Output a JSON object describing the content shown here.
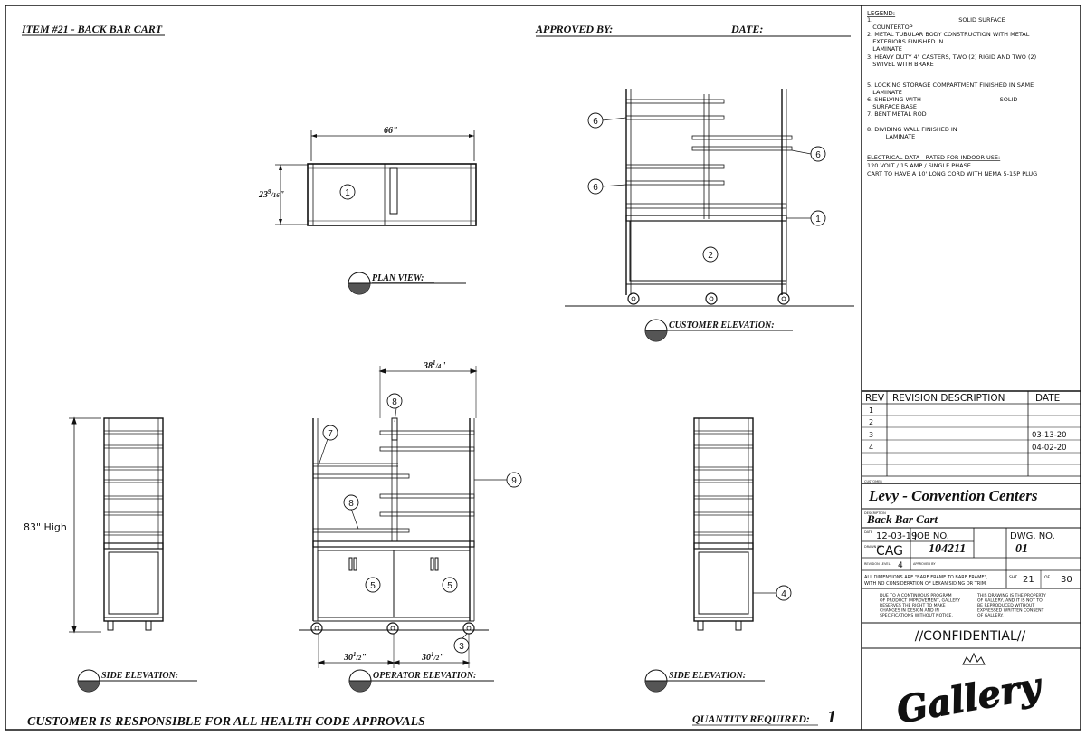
{
  "header": {
    "item": "ITEM #21 - BACK BAR CART",
    "approved": "APPROVED BY:",
    "date": "DATE:"
  },
  "footer": {
    "health": "CUSTOMER IS RESPONSIBLE FOR ALL HEALTH CODE APPROVALS",
    "qty_label": "QUANTITY REQUIRED:",
    "qty_value": "1"
  },
  "views": {
    "plan": "PLAN VIEW:",
    "customer": "CUSTOMER ELEVATION:",
    "side": "SIDE ELEVATION:",
    "operator": "OPERATOR ELEVATION:"
  },
  "dims": {
    "plan_width": "66\"",
    "plan_depth_whole": "23",
    "plan_depth_num": "9",
    "plan_depth_den": "16",
    "plan_depth_unit": "\"",
    "op_top_whole": "38",
    "op_top_num": "1",
    "op_top_den": "4",
    "op_top_unit": "\"",
    "op_left_whole": "30",
    "op_left_num": "1",
    "op_left_den": "2",
    "op_left_unit": "\"",
    "op_right_whole": "30",
    "op_right_num": "1",
    "op_right_den": "2",
    "op_right_unit": "\"",
    "height": "83\" High"
  },
  "callouts": {
    "c1": "1",
    "c2": "2",
    "c3": "3",
    "c4": "4",
    "c5": "5",
    "c6": "6",
    "c7": "7",
    "c8": "8",
    "c9": "9"
  },
  "legend": {
    "title": "LEGEND:",
    "lines": [
      "1.                                              SOLID SURFACE",
      "   COUNTERTOP",
      "2. METAL TUBULAR BODY CONSTRUCTION WITH METAL",
      "   EXTERIORS FINISHED IN",
      "   LAMINATE",
      "3. HEAVY DUTY 4\" CASTERS, TWO (2) RIGID AND TWO (2)",
      "   SWIVEL WITH BRAKE",
      "",
      "5. LOCKING STORAGE COMPARTMENT FINISHED IN SAME",
      "   LAMINATE",
      "6. SHELVING WITH                                          SOLID",
      "   SURFACE BASE",
      "7. BENT METAL ROD",
      "",
      "8. DIVIDING WALL FINISHED IN",
      "          LAMINATE"
    ],
    "elec_title": "ELECTRICAL DATA - RATED FOR INDOOR USE:",
    "elec_lines": [
      "120 VOLT / 15 AMP / SINGLE PHASE",
      "CART TO HAVE A 10' LONG CORD WITH NEMA 5-15P PLUG"
    ]
  },
  "revisions": {
    "headers": [
      "REV",
      "REVISION DESCRIPTION",
      "DATE"
    ],
    "rows": [
      {
        "rev": "1",
        "desc": "",
        "date": ""
      },
      {
        "rev": "2",
        "desc": "",
        "date": ""
      },
      {
        "rev": "3",
        "desc": "",
        "date": "03-13-20"
      },
      {
        "rev": "4",
        "desc": "",
        "date": "04-02-20"
      }
    ]
  },
  "titleblock": {
    "customer_label": "CUSTOMER",
    "customer": "Levy - Convention Centers",
    "desc_label": "DESCRIPTION",
    "desc": "Back Bar Cart",
    "date_label": "DATE",
    "date": "12-03-19",
    "job_label": "JOB NO.",
    "job": "104211",
    "dwg_label": "DWG. NO.",
    "dwg": "01",
    "drawn_label": "DRAWN BY",
    "drawn": "CAG",
    "rev_label": "REVISION LEVEL",
    "rev_level": "4",
    "approved_label": "APPROVED BY",
    "dims_note_1": "ALL DIMENSIONS ARE \"BARE FRAME TO BARE FRAME\",",
    "dims_note_2": "WITH NO CONSIDERATION OF LEXAN SIDING OR TRIM.",
    "sht_label": "SHT.",
    "sht": "21",
    "of_label": "OF",
    "of": "30",
    "note_left": [
      "DUE TO A CONTINUOUS PROGRAM",
      "OF PRODUCT IMPROVEMENT, GALLERY",
      "RESERVES THE RIGHT TO MAKE",
      "CHANGES IN DESIGN AND IN",
      "SPECIFICATIONS WITHOUT NOTICE."
    ],
    "note_right": [
      "THIS DRAWING IS THE PROPERTY",
      "OF GALLERY, AND IT IS NOT TO",
      "BE REPRODUCED WITHOUT",
      "EXPRESSED WRITTEN CONSENT",
      "OF GALLERY."
    ],
    "confidential": "//CONFIDENTIAL//",
    "logo_text": "Gallery"
  }
}
